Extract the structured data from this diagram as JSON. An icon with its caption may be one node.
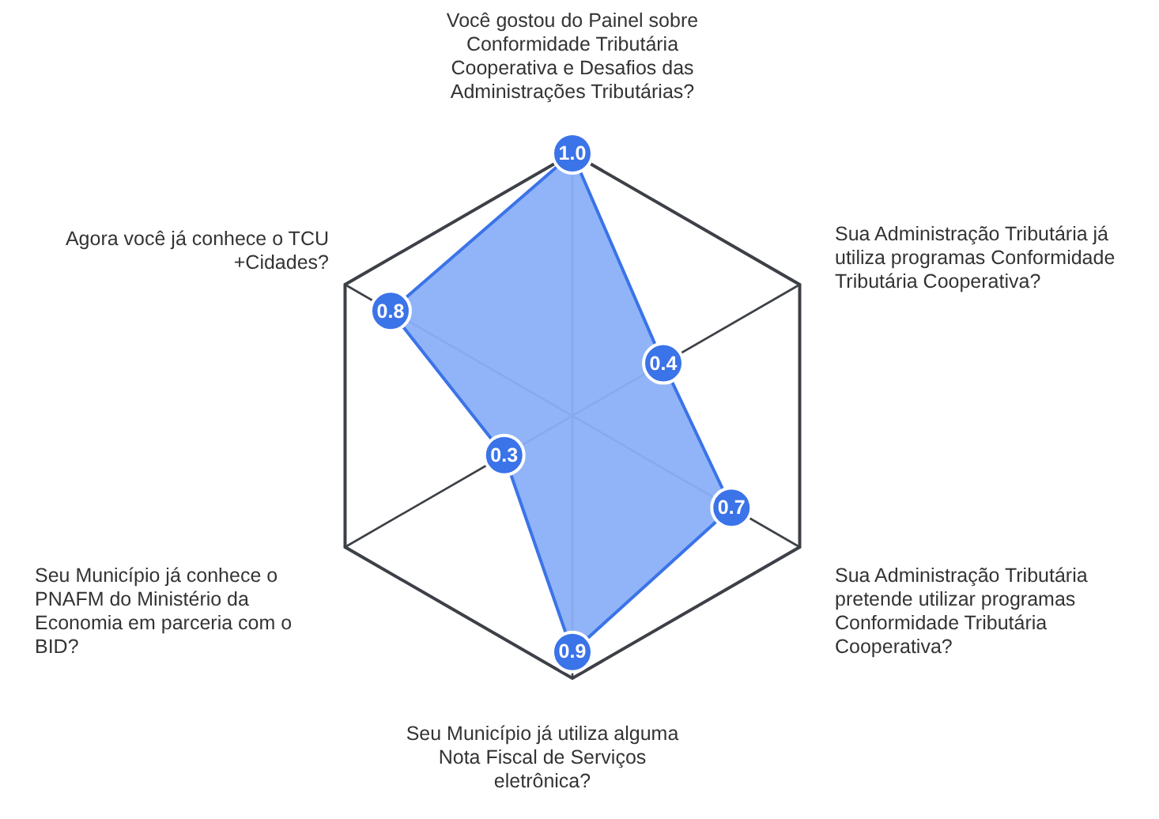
{
  "diagram": {
    "labels": [
      "Você gostou do Painel sobre Conformidade Tributária Cooperativa e Desafios das Administrações Tributárias?",
      "1.0",
      "Agora você já conhece o TCU +Cidades?",
      "0.8",
      "Sua Administração Tributária já utiliza programas Conformidade Tributária Cooperativa?",
      "0.4",
      "0.3",
      "0.7",
      "Seu Município já conhece o PNAFM do Ministério da Economia em parceria com o BID?",
      "Sua Administração Tributária pretende utilizar programas Conformidade Tributária Cooperativa?",
      "0.9",
      "Seu Município já utiliza alguma Nota Fiscal de Serviços eletrônica?"
    ]
  }
}
